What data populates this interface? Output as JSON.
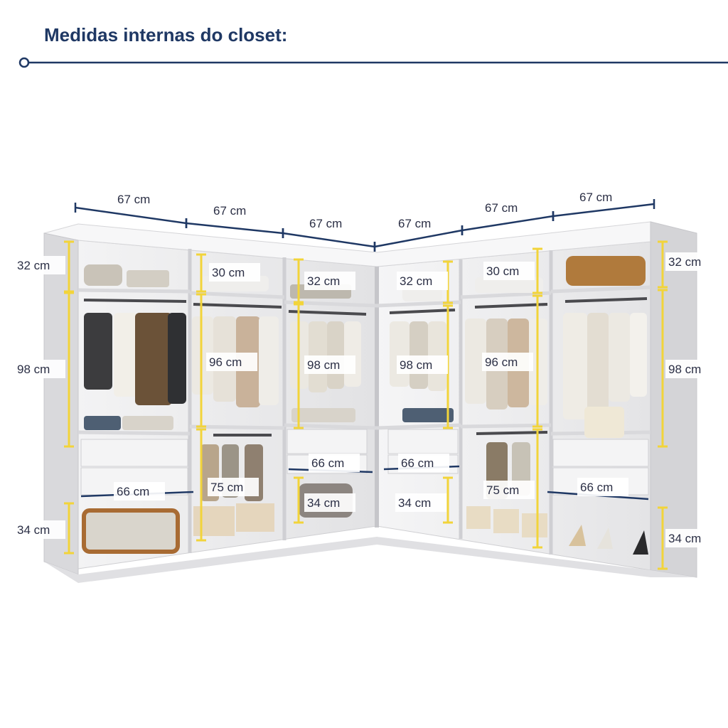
{
  "title": "Medidas internas do closet:",
  "colors": {
    "title": "#1f3864",
    "dimension": "#f2d43a",
    "width_line": "#1f3864",
    "furniture": "#e9e9ea"
  },
  "widths": [
    "67 cm",
    "67 cm",
    "67 cm",
    "67 cm",
    "67 cm",
    "67 cm"
  ],
  "modules": [
    {
      "name": "left-outer",
      "dims": [
        "32 cm",
        "98 cm",
        "66 cm",
        "34 cm"
      ]
    },
    {
      "name": "left-2",
      "dims": [
        "30 cm",
        "96 cm",
        "75 cm"
      ]
    },
    {
      "name": "left-3",
      "dims": [
        "32 cm",
        "98 cm",
        "66 cm",
        "34 cm"
      ]
    },
    {
      "name": "right-3",
      "dims": [
        "32 cm",
        "98 cm",
        "66 cm",
        "34 cm"
      ]
    },
    {
      "name": "right-2",
      "dims": [
        "30 cm",
        "96 cm",
        "75 cm"
      ]
    },
    {
      "name": "right-outer",
      "dims": [
        "32 cm",
        "98 cm",
        "66 cm",
        "34 cm"
      ]
    }
  ]
}
